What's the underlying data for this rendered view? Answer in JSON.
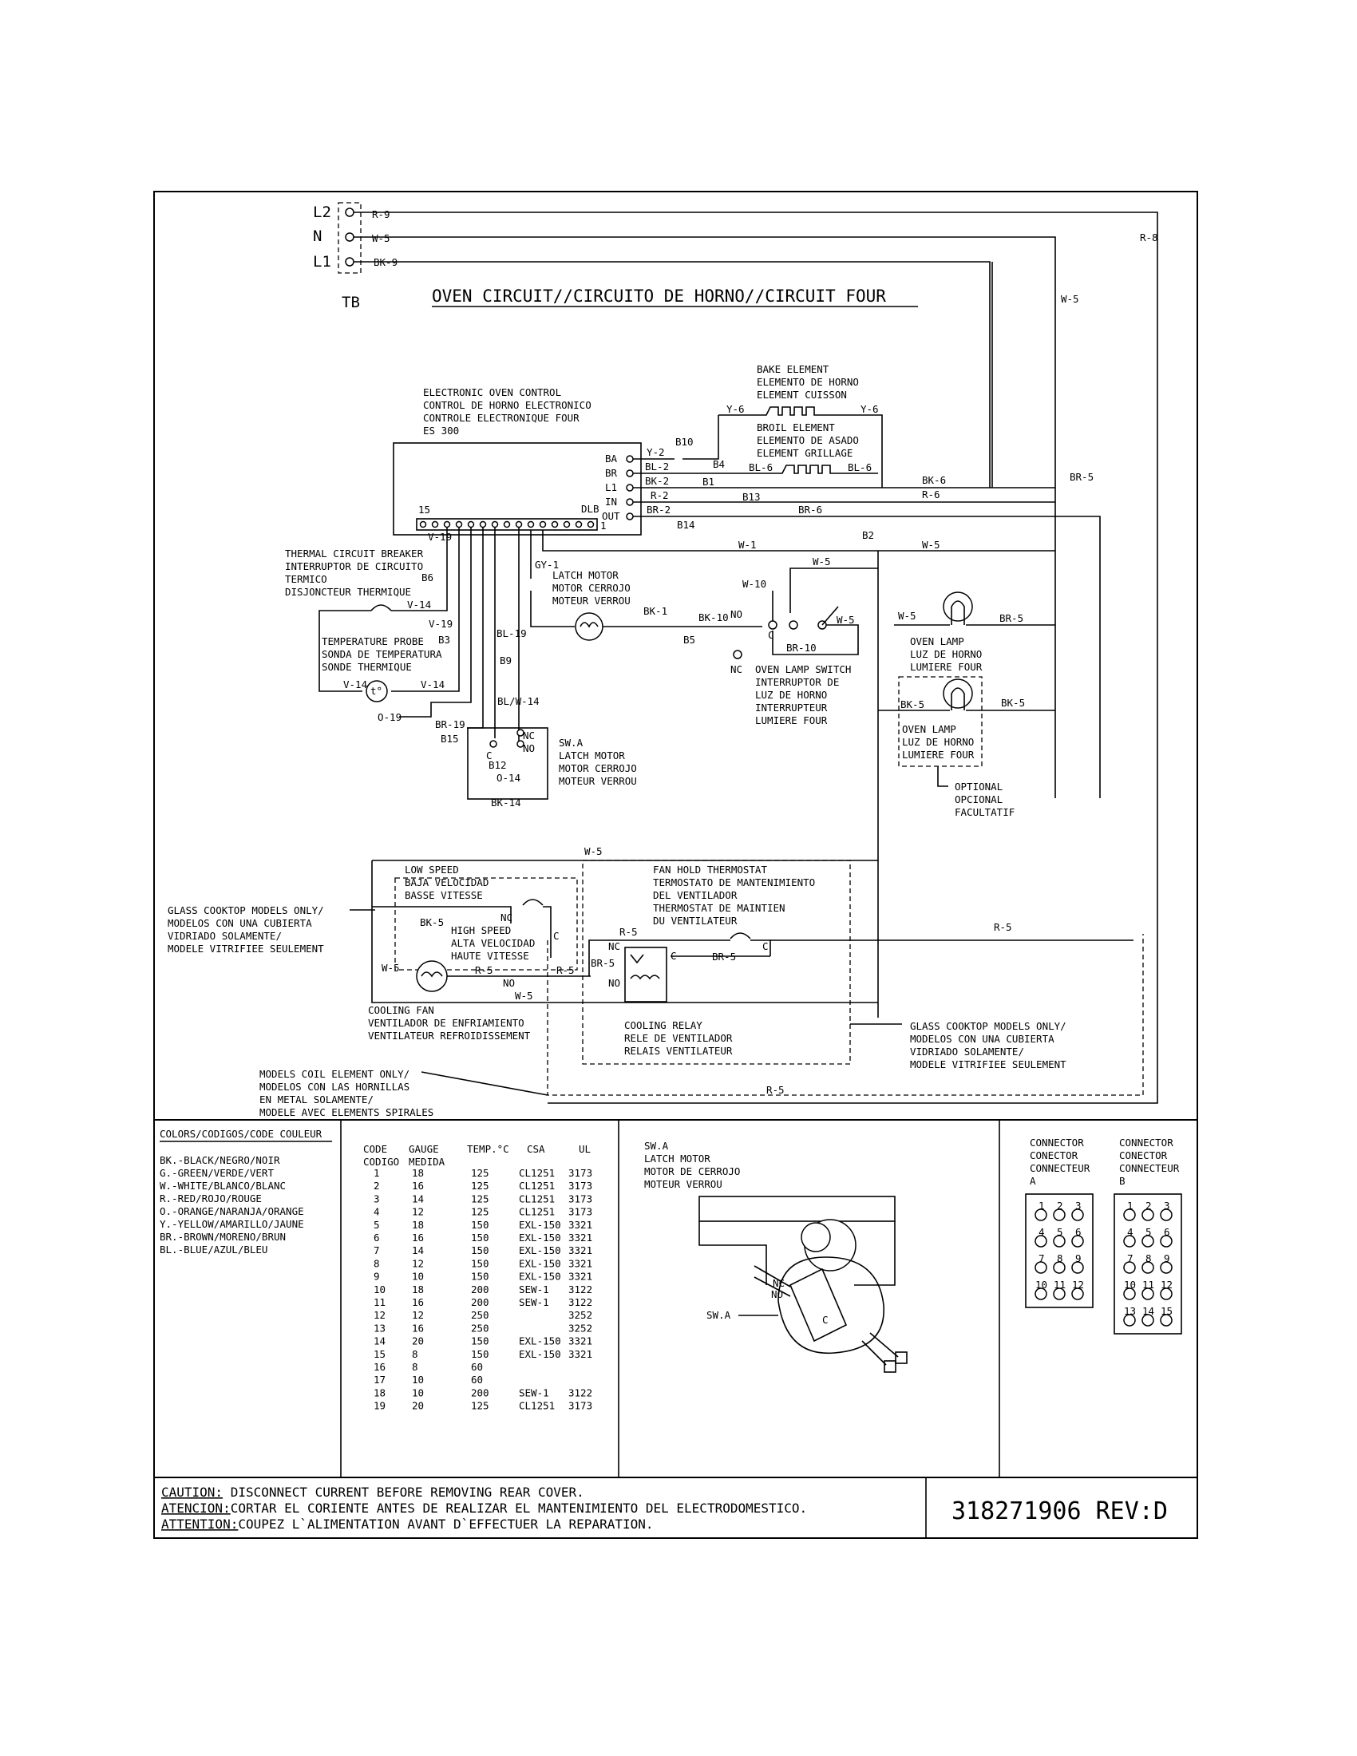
{
  "oven": {
    "title": "OVEN CIRCUIT//CIRCUITO DE HORNO//CIRCUIT FOUR",
    "terminal": {
      "l2": "L2",
      "n": "N",
      "l1": "L1",
      "label": "TB"
    },
    "control": [
      "ELECTRONIC OVEN CONTROL",
      "CONTROL DE HORNO ELECTRONICO",
      "CONTROLE ELECTRONIQUE FOUR",
      "ES 300"
    ],
    "control_pins": {
      "ba": "BA",
      "br": "BR",
      "l1": "L1",
      "in": "IN",
      "out": "OUT",
      "p15": "15",
      "dlb": "DLB",
      "p1": "1"
    },
    "bake": [
      "BAKE ELEMENT",
      "ELEMENTO DE HORNO",
      "ELEMENT CUISSON"
    ],
    "broil": [
      "BROIL ELEMENT",
      "ELEMENTO DE ASADO",
      "ELEMENT GRILLAGE"
    ],
    "thermal": [
      "THERMAL CIRCUIT BREAKER",
      "INTERRUPTOR DE CIRCUITO",
      "TERMICO",
      "DISJONCTEUR THERMIQUE"
    ],
    "probe": [
      "TEMPERATURE PROBE",
      "SONDA DE TEMPERATURA",
      "SONDE THERMIQUE"
    ],
    "probe_symbol": "t°",
    "latch_motor": [
      "LATCH MOTOR",
      "MOTOR CERROJO",
      "MOTEUR VERROU"
    ],
    "sw_a": [
      "SW.A",
      "LATCH MOTOR",
      "MOTOR CERROJO",
      "MOTEUR VERROU"
    ],
    "lamp_switch": [
      "OVEN LAMP SWITCH",
      "INTERRUPTOR DE",
      "LUZ DE HORNO",
      "INTERRUPTEUR",
      "LUMIERE FOUR"
    ],
    "lamp1": [
      "OVEN LAMP",
      "LUZ DE HORNO",
      "LUMIERE FOUR"
    ],
    "lamp2": [
      "OVEN LAMP",
      "LUZ DE HORNO",
      "LUMIERE FOUR"
    ],
    "optional": [
      "OPTIONAL",
      "OPCIONAL",
      "FACULTATIF"
    ],
    "low_speed": [
      "LOW SPEED",
      "BAJA VELOCIDAD",
      "BASSE VITESSE"
    ],
    "high_speed": [
      "HIGH SPEED",
      "ALTA VELOCIDAD",
      "HAUTE VITESSE"
    ],
    "fan_hold": [
      "FAN HOLD THERMOSTAT",
      "TERMOSTATO DE MANTENIMIENTO",
      "DEL VENTILADOR",
      "THERMOSTAT DE MAINTIEN",
      "DU VENTILATEUR"
    ],
    "cooling_fan": [
      "COOLING FAN",
      "VENTILADOR DE ENFRIAMIENTO",
      "VENTILATEUR REFROIDISSEMENT"
    ],
    "cooling_relay": [
      "COOLING RELAY",
      "RELE DE VENTILADOR",
      "RELAIS VENTILATEUR"
    ],
    "glass_left": [
      "GLASS COOKTOP MODELS ONLY/",
      "MODELOS CON UNA CUBIERTA",
      "VIDRIADO SOLAMENTE/",
      "MODELE VITRIFIEE SEULEMENT"
    ],
    "glass_right": [
      "GLASS COOKTOP MODELS ONLY/",
      "MODELOS CON UNA CUBIERTA",
      "VIDRIADO SOLAMENTE/",
      "MODELE VITRIFIEE SEULEMENT"
    ],
    "coil": [
      "MODELS COIL ELEMENT ONLY/",
      "MODELOS CON LAS HORNILLAS",
      "EN METAL SOLAMENTE/",
      "MODELE AVEC ELEMENTS SPIRALES"
    ],
    "wires": {
      "r9": "R-9",
      "w5": "W-5",
      "bk9": "BK-9",
      "r8": "R-8",
      "w5b": "W-5",
      "y6a": "Y-6",
      "y6b": "Y-6",
      "y2": "Y-2",
      "b10": "B10",
      "bl2": "BL-2",
      "bk2": "BK-2",
      "r2": "R-2",
      "br2": "BR-2",
      "b4": "B4",
      "bl6a": "BL-6",
      "bl6b": "BL-6",
      "b1": "B1",
      "b13": "B13",
      "b14": "B14",
      "bk6": "BK-6",
      "r6": "R-6",
      "br6": "BR-6",
      "br5": "BR-5",
      "w1": "W-1",
      "b2": "B2",
      "w5c": "W-5",
      "v19a": "V-19",
      "gy1": "GY-1",
      "w10": "W-10",
      "w5d": "W-5",
      "bk1": "BK-1",
      "bk10": "BK-10",
      "b5": "B5",
      "no1": "NO",
      "c1": "C",
      "nc1": "NC",
      "w5e": "W-5",
      "br10": "BR-10",
      "b6": "B6",
      "v14a": "V-14",
      "v19b": "V-19",
      "b3": "B3",
      "bl19": "BL-19",
      "b9": "B9",
      "v14b": "V-14",
      "v14c": "V-14",
      "o19": "O-19",
      "blw14": "BL/W-14",
      "br19": "BR-19",
      "b15": "B15",
      "c2": "C",
      "nc2": "NC",
      "no2": "NO",
      "b12": "B12",
      "o14": "O-14",
      "bk14": "BK-14",
      "w5f": "W-5",
      "br5b": "BR-5",
      "bk5a": "BK-5",
      "bk5b": "BK-5",
      "w5g": "W-5",
      "bk5c": "BK-5",
      "nc3": "NC",
      "c3": "C",
      "r5a": "R-5",
      "r5b": "R-5",
      "w5h": "W-5",
      "no3": "NO",
      "w5i": "W-5",
      "r5c": "R-5",
      "c4": "C",
      "br5c": "BR-5",
      "nc4": "NC",
      "br5d": "BR-5",
      "no4": "NO",
      "c5": "C",
      "r5d": "R-5",
      "r5e": "R-5"
    }
  },
  "colors": {
    "title": "COLORS/CODIGOS/CODE COULEUR",
    "items": [
      "BK.-BLACK/NEGRO/NOIR",
      "G.-GREEN/VERDE/VERT",
      "W.-WHITE/BLANCO/BLANC",
      "R.-RED/ROJO/ROUGE",
      "O.-ORANGE/NARANJA/ORANGE",
      "Y.-YELLOW/AMARILLO/JAUNE",
      "BR.-BROWN/MORENO/BRUN",
      "BL.-BLUE/AZUL/BLEU"
    ]
  },
  "gauge": {
    "headers": [
      "CODE",
      "GAUGE",
      "TEMP.°C",
      "CSA",
      "UL"
    ],
    "headers2": [
      "CODIGO",
      "MEDIDA"
    ],
    "rows": [
      [
        "1",
        "18",
        "125",
        "CL1251",
        "3173"
      ],
      [
        "2",
        "16",
        "125",
        "CL1251",
        "3173"
      ],
      [
        "3",
        "14",
        "125",
        "CL1251",
        "3173"
      ],
      [
        "4",
        "12",
        "125",
        "CL1251",
        "3173"
      ],
      [
        "5",
        "18",
        "150",
        "EXL-150",
        "3321"
      ],
      [
        "6",
        "16",
        "150",
        "EXL-150",
        "3321"
      ],
      [
        "7",
        "14",
        "150",
        "EXL-150",
        "3321"
      ],
      [
        "8",
        "12",
        "150",
        "EXL-150",
        "3321"
      ],
      [
        "9",
        "10",
        "150",
        "EXL-150",
        "3321"
      ],
      [
        "10",
        "18",
        "200",
        "SEW-1",
        "3122"
      ],
      [
        "11",
        "16",
        "200",
        "SEW-1",
        "3122"
      ],
      [
        "12",
        "12",
        "250",
        "",
        "3252"
      ],
      [
        "13",
        "16",
        "250",
        "",
        "3252"
      ],
      [
        "14",
        "20",
        "150",
        "EXL-150",
        "3321"
      ],
      [
        "15",
        "8",
        "150",
        "EXL-150",
        "3321"
      ],
      [
        "16",
        "8",
        "60",
        "",
        ""
      ],
      [
        "17",
        "10",
        "60",
        "",
        ""
      ],
      [
        "18",
        "10",
        "200",
        "SEW-1",
        "3122"
      ],
      [
        "19",
        "20",
        "125",
        "CL1251",
        "3173"
      ]
    ]
  },
  "swa_detail": {
    "lines": [
      "SW.A",
      "LATCH MOTOR",
      "MOTOR DE CERROJO",
      "MOTEUR VERROU"
    ],
    "nc": "NC",
    "no": "NO",
    "c": "C",
    "label": "SW.A"
  },
  "connectors": {
    "a": {
      "lines": [
        "CONNECTOR",
        "CONECTOR",
        "CONNECTEUR",
        "A"
      ],
      "pins": [
        "1",
        "2",
        "3",
        "4",
        "5",
        "6",
        "7",
        "8",
        "9",
        "10",
        "11",
        "12"
      ]
    },
    "b": {
      "lines": [
        "CONNECTOR",
        "CONECTOR",
        "CONNECTEUR",
        "B"
      ],
      "pins": [
        "1",
        "2",
        "3",
        "4",
        "5",
        "6",
        "7",
        "8",
        "9",
        "10",
        "11",
        "12",
        "13",
        "14",
        "15"
      ]
    }
  },
  "caution": {
    "lines": [
      [
        "CAUTION:",
        " DISCONNECT CURRENT BEFORE REMOVING REAR COVER."
      ],
      [
        "ATENCION:",
        "CORTAR EL CORIENTE ANTES DE REALIZAR EL MANTENIMIENTO DEL ELECTRODOMESTICO."
      ],
      [
        "ATTENTION:",
        "COUPEZ L`ALIMENTATION AVANT D`EFFECTUER LA REPARATION."
      ]
    ],
    "part": "318271906 REV:D"
  }
}
